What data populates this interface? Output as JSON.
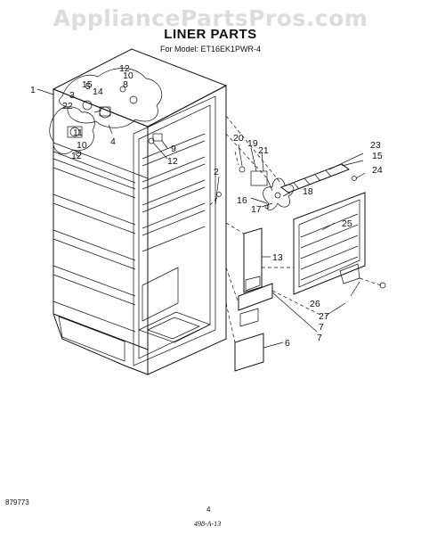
{
  "watermark": "AppliancePartsPros.com",
  "title": "LINER PARTS",
  "model_label": "For Model: ET16EK1PWR-4",
  "footer": {
    "left": "879773",
    "page": "4",
    "code": "498-A-13"
  },
  "callouts": {
    "c1": "1",
    "c2": "2",
    "c3": "3",
    "c4": "4",
    "c5": "5",
    "c6": "6",
    "c7a": "7",
    "c7b": "7",
    "c8": "8",
    "c9": "9",
    "c10a": "10",
    "c10b": "10",
    "c11": "11",
    "c12a": "12",
    "c12b": "12",
    "c12c": "12",
    "c13": "13",
    "c14": "14",
    "c15a": "15",
    "c15b": "15",
    "c16": "16",
    "c17": "17",
    "c18": "18",
    "c19": "19",
    "c20": "20",
    "c21": "21",
    "c22": "22",
    "c23": "23",
    "c24": "24",
    "c25": "25",
    "c26": "26",
    "c27": "27"
  }
}
